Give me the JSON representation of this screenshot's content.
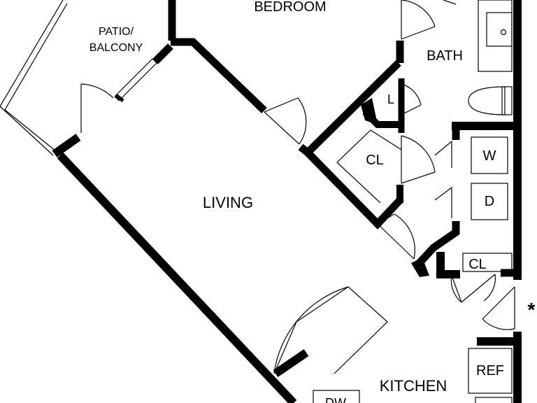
{
  "rooms": {
    "bedroom": "BEDROOM",
    "patio_line1": "PATIO/",
    "patio_line2": "BALCONY",
    "bath": "BATH",
    "linen": "L",
    "closet_main": "CL",
    "living": "LIVING",
    "washer": "W",
    "dryer": "D",
    "closet_hall": "CL",
    "kitchen": "KITCHEN",
    "refrigerator": "REF",
    "dishwasher": "DW"
  },
  "markers": {
    "entry": "*"
  },
  "colors": {
    "wall": "#000000",
    "background": "#ffffff"
  }
}
